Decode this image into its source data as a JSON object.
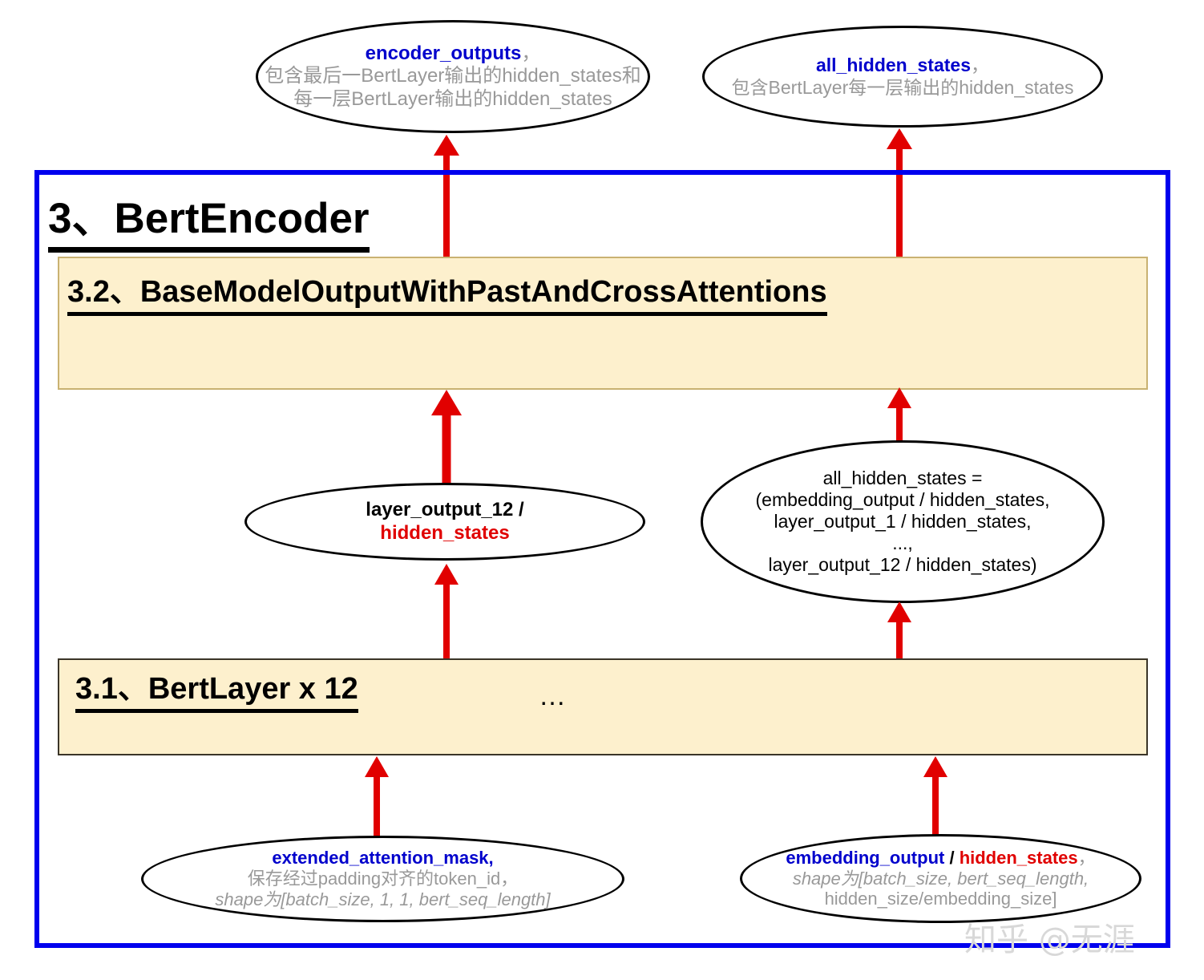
{
  "diagram": {
    "title": "BertEncoder structure diagram",
    "colors": {
      "container_border": "#0000ee",
      "section_fill": "#fdf0cd",
      "arrow": "#e10000",
      "var_blue": "#0000cc",
      "var_red": "#e00000",
      "note_gray": "#999999"
    }
  },
  "container": {
    "title_num": "3、",
    "title_text": "BertEncoder"
  },
  "sections": {
    "out_block": {
      "title_num": "3.2、",
      "title_text": "BaseModelOutputWithPastAndCrossAttentions"
    },
    "layer_block": {
      "title_num": "3.1、",
      "title_text": "BertLayer x 12",
      "ellipsis": "…"
    }
  },
  "nodes": {
    "encoder_outputs": {
      "name": "encoder_outputs",
      "comma": "，",
      "note_line1": "包含最后一BertLayer输出的hidden_states和",
      "note_line2": "每一层BertLayer输出的hidden_states"
    },
    "all_hidden_states_top": {
      "name": "all_hidden_states",
      "comma": "，",
      "note_line1": "包含BertLayer每一层输出的hidden_states"
    },
    "layer_output_12": {
      "line1": "layer_output_12 /",
      "line2": "hidden_states"
    },
    "all_hidden_states_mid": {
      "line1": "all_hidden_states =",
      "line2": "(embedding_output / hidden_states,",
      "line3": "layer_output_1 / hidden_states,",
      "line4": "...,",
      "line5": "layer_output_12 / hidden_states)"
    },
    "extended_attention_mask": {
      "name": "extended_attention_mask,",
      "note_line1": "保存经过padding对齐的token_id，",
      "note_line2": "shape为[batch_size, 1, 1, bert_seq_length]"
    },
    "embedding_output": {
      "name_blue": "embedding_output",
      "separator": " / ",
      "name_red": "hidden_states",
      "comma": "，",
      "note_line1": "shape为[batch_size, bert_seq_length,",
      "note_line2": "hidden_size/embedding_size]"
    }
  },
  "watermark": {
    "text": "知乎 @无涯"
  }
}
